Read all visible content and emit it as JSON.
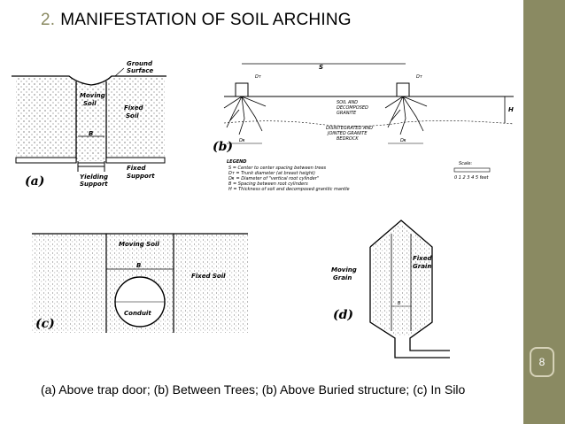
{
  "slide": {
    "title_number": "2.",
    "title_text": "MANIFESTATION OF SOIL ARCHING",
    "page_number": "8",
    "caption": "(a) Above trap door; (b) Between Trees; (b) Above Buried structure; (c) In Silo"
  },
  "figure_a": {
    "panel_label": "(a)",
    "ground_surface": [
      "Ground",
      "Surface"
    ],
    "moving_soil": [
      "Moving",
      "Soil"
    ],
    "fixed_soil": [
      "Fixed",
      "Soil"
    ],
    "width_label": "B",
    "yielding_support": [
      "Yielding",
      "Support"
    ],
    "fixed_support": [
      "Fixed",
      "Support"
    ]
  },
  "figure_b": {
    "panel_label": "(b)",
    "spacing_label": "S",
    "tree_diameter_label": "Dᴛ",
    "root_diameter_label": "Dʀ",
    "height_label": "H",
    "soil_note": [
      "SOIL AND",
      "DECOMPOSED",
      "GRANITE"
    ],
    "bedrock_note": [
      "DISINTEGRATED AND",
      "JOINTED GRANITE",
      "BEDROCK"
    ],
    "legend_title": "LEGEND",
    "legend_items": [
      "S = Center to center spacing between trees",
      "Dᴛ = Trunk diameter (at breast height)",
      "Dʀ = Diameter of \"vertical root cylinder\"",
      "B = Spacing between root cylinders",
      "H = Thickness of soil and decomposed granitic mantle"
    ],
    "scale_title": "Scale:",
    "scale_text": "0 1 2 3 4 5 feet"
  },
  "figure_c": {
    "panel_label": "(c)",
    "moving_soil": "Moving Soil",
    "width_label": "B",
    "fixed_soil": "Fixed Soil",
    "conduit": "Conduit"
  },
  "figure_d": {
    "panel_label": "(d)",
    "moving_grain": [
      "Moving",
      "Grain"
    ],
    "fixed_grain": [
      "Fixed",
      "Grain"
    ],
    "width_label": "B"
  },
  "colors": {
    "sidebar": "#8a8a62",
    "accent": "#8a8a62",
    "page_box_border": "#d6d2b8"
  }
}
